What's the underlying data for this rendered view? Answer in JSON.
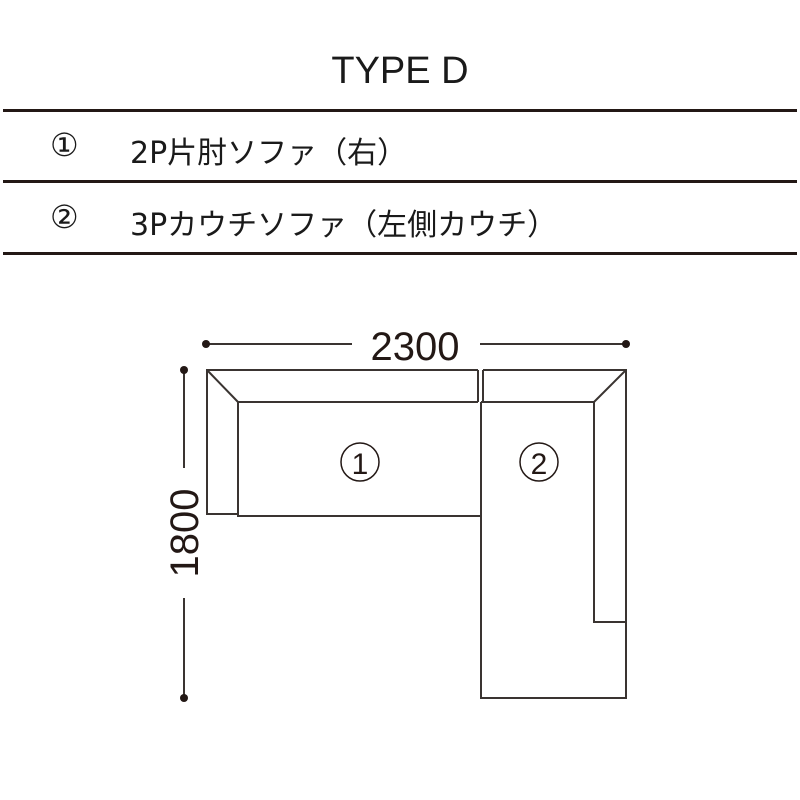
{
  "title": "TYPE D",
  "items": [
    {
      "marker": "①",
      "label": "2P片肘ソファ（右）"
    },
    {
      "marker": "②",
      "label": "3Pカウチソファ（左側カウチ）"
    }
  ],
  "diagram": {
    "width_dimension": "2300",
    "depth_dimension": "1800",
    "piece_markers": [
      "①",
      "②"
    ],
    "line_color": "#3a3431"
  }
}
